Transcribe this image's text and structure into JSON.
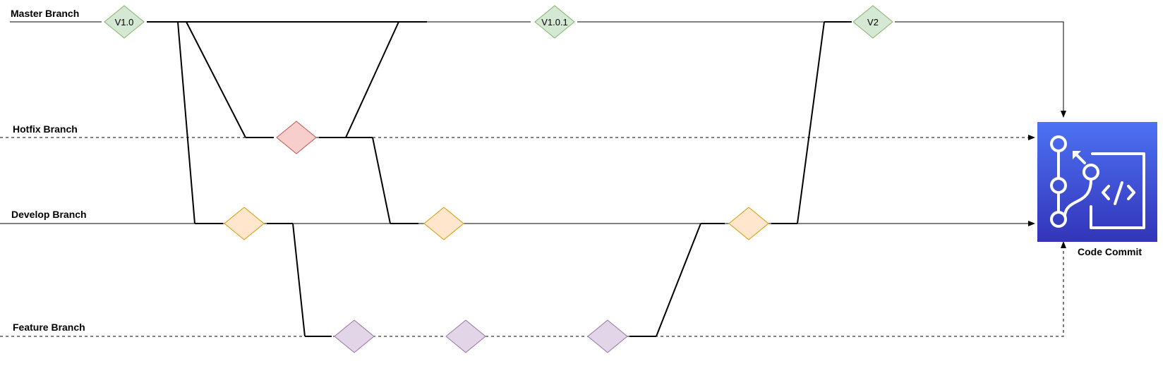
{
  "branches": {
    "master": {
      "label": "Master Branch"
    },
    "hotfix": {
      "label": "Hotfix Branch"
    },
    "develop": {
      "label": "Develop Branch"
    },
    "feature": {
      "label": "Feature Branch"
    }
  },
  "tags": {
    "v1_0": "V1.0",
    "v1_0_1": "V1.0.1",
    "v2": "V2"
  },
  "codecommit": {
    "label": "Code Commit",
    "icon": "aws-codecommit-icon"
  },
  "colors": {
    "master_fill": "#d5e8d4",
    "master_stroke": "#82b366",
    "hotfix_fill": "#f8cecc",
    "hotfix_stroke": "#b85450",
    "develop_fill": "#ffe6cc",
    "develop_stroke": "#d79b00",
    "feature_fill": "#e1d5e7",
    "feature_stroke": "#9673a6",
    "codecommit_top": "#4d72f3",
    "codecommit_bottom": "#3334b9"
  }
}
